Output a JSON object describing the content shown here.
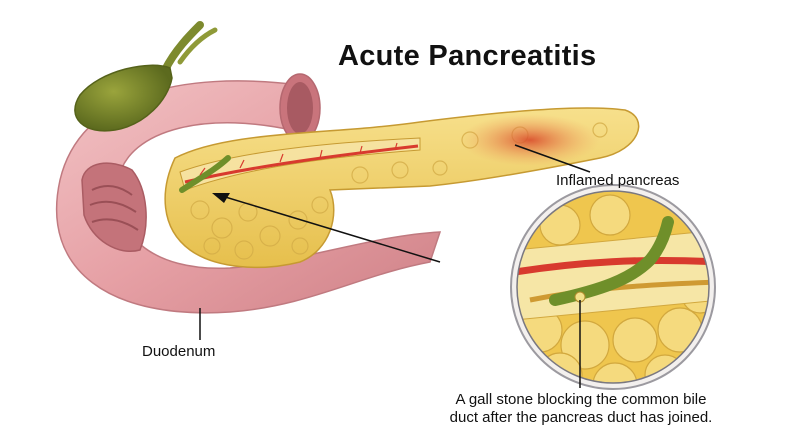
{
  "title": "Acute Pancreatitis",
  "labels": {
    "inflamed_pancreas": "Inflamed pancreas",
    "duodenum": "Duodenum",
    "gall_stone_line1": "A gall stone blocking the common bile",
    "gall_stone_line2": "duct after the pancreas duct has joined."
  },
  "colors": {
    "duodenum": "#e8a7ab",
    "pancreas": "#f1d36a",
    "inflammation": "#e0603a",
    "gallbladder": "#7d8a2e",
    "blood_vessel": "#d83a2e",
    "bile_duct": "#6f8f2a"
  }
}
